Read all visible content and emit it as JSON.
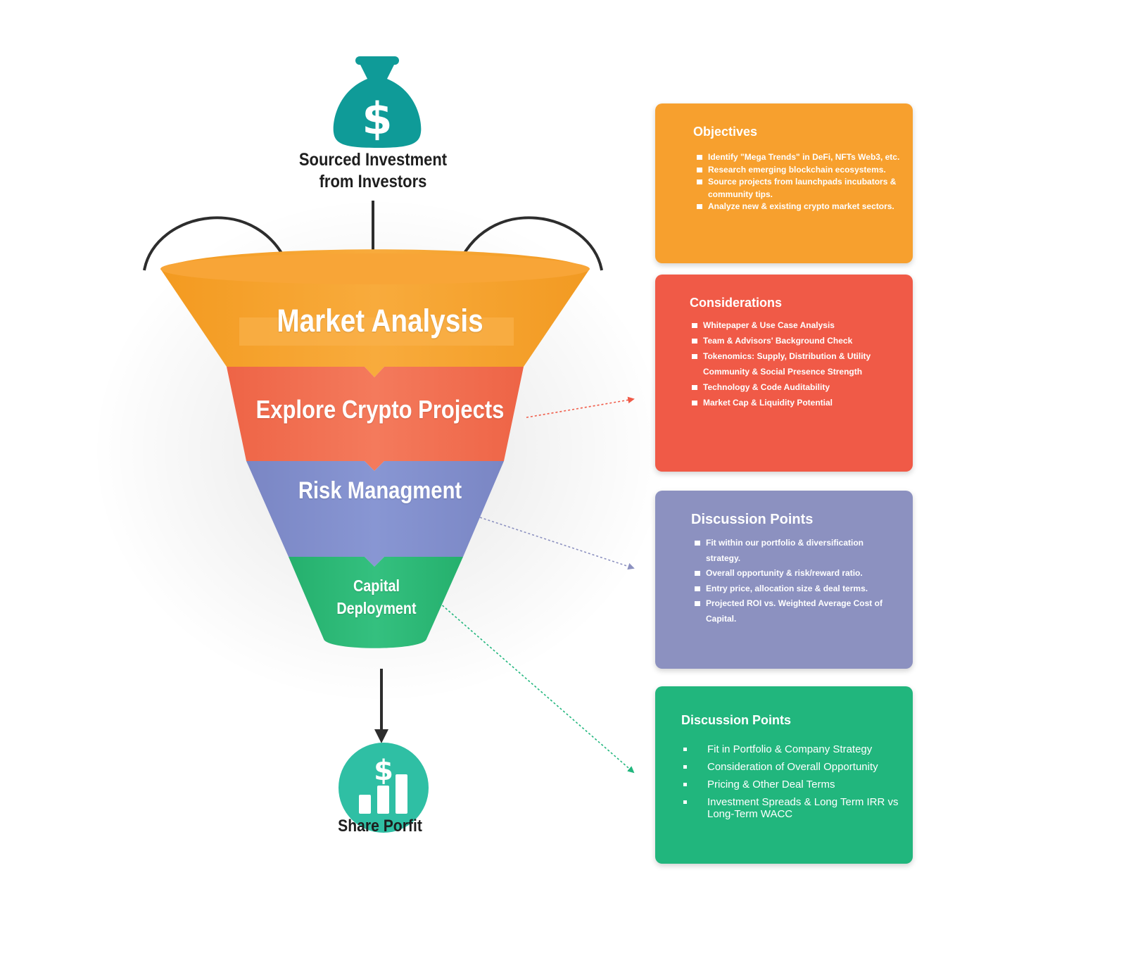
{
  "colors": {
    "orange": "#f7a02e",
    "red": "#f05a47",
    "purple": "#8c91c0",
    "green": "#21b67d",
    "teal_icon": "#0f9b98",
    "teal_circle": "#2fbfa4",
    "arrow": "#2d2d2d"
  },
  "source": {
    "icon": "money-bag-icon",
    "label_line1": "Sourced Investment",
    "label_line2": "from Investors"
  },
  "funnel": {
    "stages": [
      {
        "label": "Market Analysis",
        "color": "#f7a02e"
      },
      {
        "label": "Explore Crypto Projects",
        "color": "#f06c4f"
      },
      {
        "label": "Risk Managment",
        "color": "#7f8cc8"
      },
      {
        "label_line1": "Capital",
        "label_line2": "Deployment",
        "color": "#2db874"
      }
    ]
  },
  "result": {
    "icon": "profit-chart-icon",
    "label": "Share Porfit"
  },
  "cards": {
    "objectives": {
      "title": "Objectives",
      "items": [
        "Identify \"Mega Trends\" in DeFi, NFTs Web3, etc.",
        "Research emerging blockchain ecosystems.",
        "Source projects from launchpads incubators & community tips.",
        "Analyze new & existing crypto market sectors."
      ]
    },
    "considerations": {
      "title": "Considerations",
      "items": [
        "Whitepaper & Use Case Analysis",
        "Team & Advisors' Background Check",
        "Tokenomics: Supply, Distribution & Utility",
        "Community & Social Presence Strength",
        "Technology & Code Auditability",
        "Market Cap & Liquidity Potential"
      ]
    },
    "discussion": {
      "title": "Discussion Points",
      "items": [
        "Fit within our portfolio & diversification strategy.",
        "Overall opportunity & risk/reward ratio.",
        "Entry price, allocation size & deal terms.",
        "Projected ROI vs. Weighted Average Cost of Capital."
      ]
    },
    "deployment": {
      "title": "Discussion Points",
      "items": [
        "Fit in Portfolio & Company Strategy",
        "Consideration of Overall Opportunity",
        "Pricing & Other Deal Terms",
        "Investment Spreads & Long Term IRR vs Long-Term WACC"
      ]
    }
  }
}
